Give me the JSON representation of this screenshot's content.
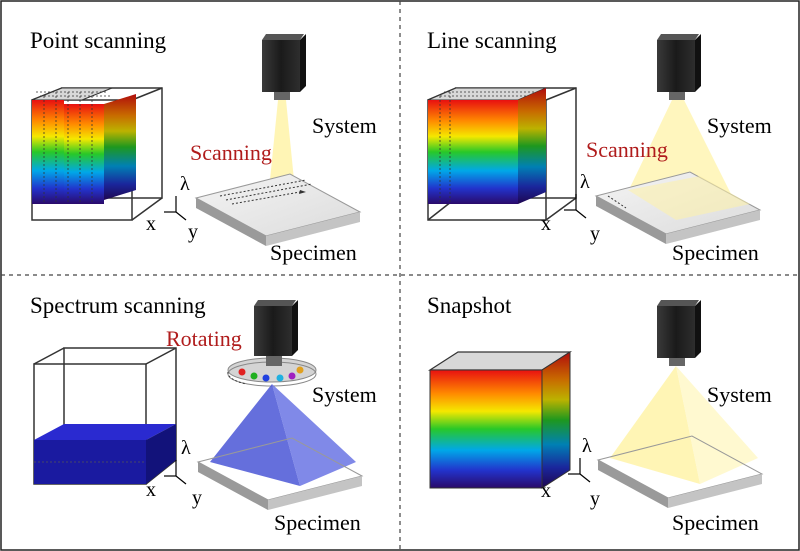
{
  "panels": [
    {
      "title": "Point scanning",
      "action": "Scanning",
      "system": "System",
      "specimen": "Specimen"
    },
    {
      "title": "Line scanning",
      "action": "Scanning",
      "system": "System",
      "specimen": "Specimen"
    },
    {
      "title": "Spectrum scanning",
      "action": "Rotating",
      "system": "System",
      "specimen": "Specimen"
    },
    {
      "title": "Snapshot",
      "system": "System",
      "specimen": "Specimen"
    }
  ],
  "axes": {
    "x": "x",
    "y": "y",
    "lambda": "λ"
  },
  "colors": {
    "action_text": "#b01c1c",
    "light_beam": "#fff3a8",
    "filtered_beam": "#4a56d6",
    "cube_bottom_band": "#1a1aa0",
    "camera_body": "#262626"
  }
}
